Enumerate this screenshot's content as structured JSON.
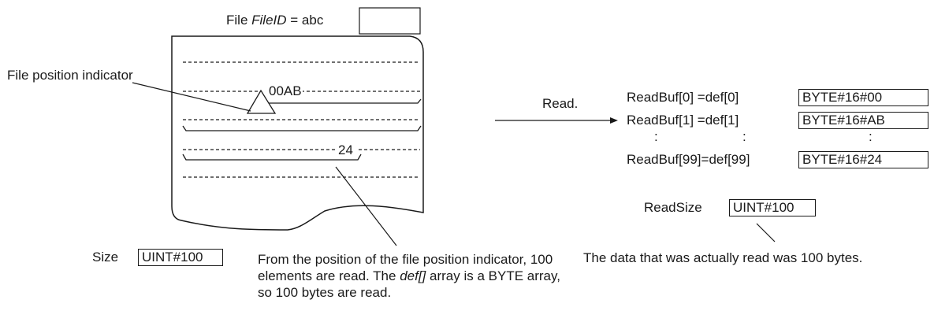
{
  "file_label": {
    "prefix": "File ",
    "var": "FileID",
    "suffix": " = abc"
  },
  "file_position_label": "File position indicator",
  "file_values": {
    "first": "00AB",
    "last": "24"
  },
  "read_label": "Read.",
  "assignments": [
    {
      "lhs": "ReadBuf[0] =def[0]",
      "value": "BYTE#16#00"
    },
    {
      "lhs": "ReadBuf[1] =def[1]",
      "value": "BYTE#16#AB"
    },
    {
      "lhs": "ReadBuf[99]=def[99]",
      "value": "BYTE#16#24"
    }
  ],
  "ellipsis": ":",
  "read_size": {
    "label": "ReadSize",
    "value": "UINT#100"
  },
  "read_size_note": "The data that was actually read was 100 bytes.",
  "size": {
    "label": "Size",
    "value": "UINT#100"
  },
  "description": {
    "part1": "From the position of the file position indicator, 100 elements are read. The ",
    "var": "def[]",
    "part2": " array is a BYTE array, so 100 bytes are read."
  }
}
